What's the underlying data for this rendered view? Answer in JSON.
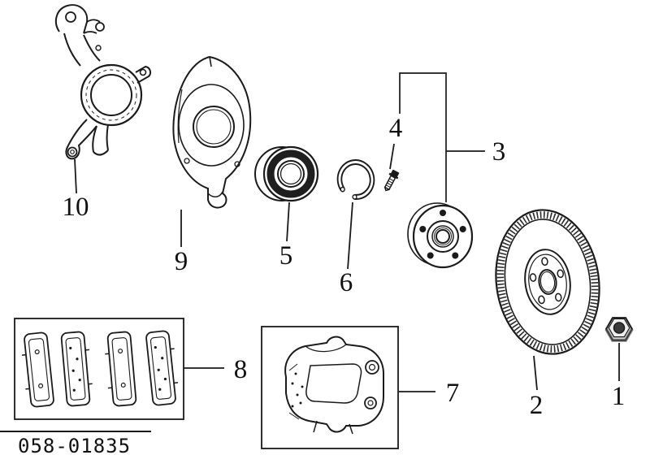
{
  "diagram": {
    "background": "#ffffff",
    "line_color": "#1a1a1a",
    "footer_code": "058-01835",
    "parts": [
      {
        "label": "1",
        "name": "spindle-nut"
      },
      {
        "label": "2",
        "name": "brake-disc-rotor"
      },
      {
        "label": "3",
        "name": "hub-assembly"
      },
      {
        "label": "4",
        "name": "hub-bolt"
      },
      {
        "label": "5",
        "name": "wheel-bearing"
      },
      {
        "label": "6",
        "name": "snap-ring"
      },
      {
        "label": "7",
        "name": "brake-caliper"
      },
      {
        "label": "8",
        "name": "brake-pad-set"
      },
      {
        "label": "9",
        "name": "splash-shield"
      },
      {
        "label": "10",
        "name": "steering-knuckle"
      }
    ]
  }
}
